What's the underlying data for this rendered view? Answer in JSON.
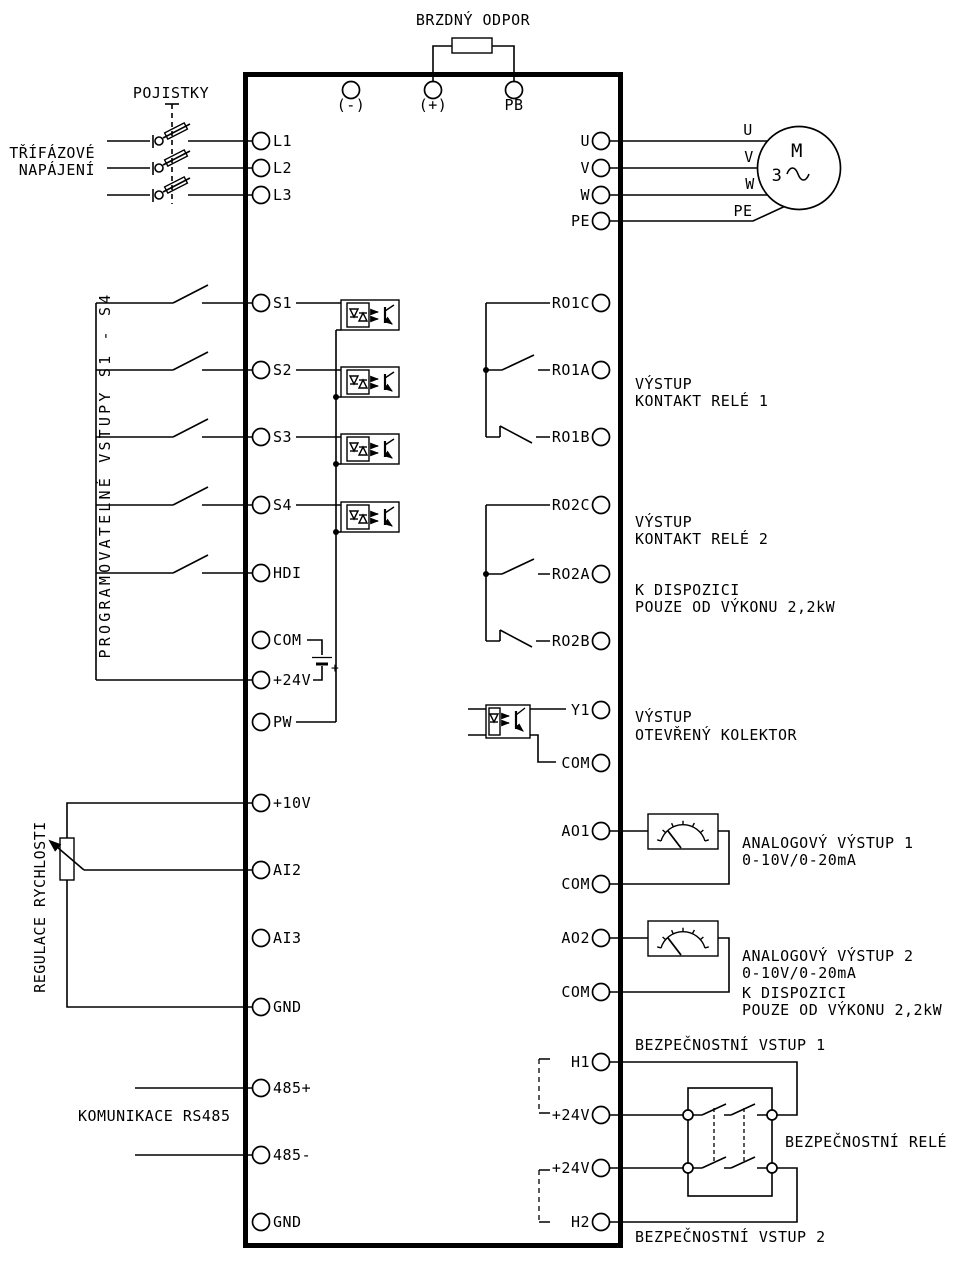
{
  "diagram": {
    "brake_resistor": "BRZDNÝ ODPOR",
    "terminals_top": {
      "minus": "(-)",
      "plus": "(+)",
      "pb": "PB"
    },
    "power_input": {
      "fuses": "POJISTKY",
      "supply1": "TŘÍFÁZOVÉ",
      "supply2": "NAPÁJENÍ",
      "l1": "L1",
      "l2": "L2",
      "l3": "L3"
    },
    "motor": {
      "m": "M",
      "phases": "3",
      "t_u": "U",
      "t_v": "V",
      "t_w": "W",
      "t_pe": "PE",
      "w_u": "U",
      "w_v": "V",
      "w_w": "W",
      "w_pe": "PE"
    },
    "digital_inputs": {
      "group": "PROGRAMOVATELNÉ VSTUPY S1 - S4",
      "s1": "S1",
      "s2": "S2",
      "s3": "S3",
      "s4": "S4",
      "hdi": "HDI",
      "com": "COM",
      "p24": "+24V",
      "pw": "PW",
      "bat_plus": "+"
    },
    "relay1": {
      "c": "RO1C",
      "a": "RO1A",
      "b": "RO1B",
      "l1": "VÝSTUP",
      "l2": "KONTAKT RELÉ 1"
    },
    "relay2": {
      "c": "RO2C",
      "a": "RO2A",
      "b": "RO2B",
      "l1": "VÝSTUP",
      "l2": "KONTAKT RELÉ 2",
      "n1": "K DISPOZICI",
      "n2": "POUZE OD VÝKONU 2,2kW"
    },
    "open_collector": {
      "y1": "Y1",
      "com": "COM",
      "l1": "VÝSTUP",
      "l2": "OTEVŘENÝ KOLEKTOR"
    },
    "speed_ref": {
      "group": "REGULACE RYCHLOSTI",
      "p10": "+10V",
      "ai2": "AI2",
      "ai3": "AI3",
      "gnd": "GND"
    },
    "analog_outputs": {
      "ao1": "AO1",
      "com1": "COM",
      "l1a": "ANALOGOVÝ VÝSTUP 1",
      "l1b": "0-10V/0-20mA",
      "ao2": "AO2",
      "com2": "COM",
      "l2a": "ANALOGOVÝ VÝSTUP 2",
      "l2b": "0-10V/0-20mA",
      "n1": "K DISPOZICI",
      "n2": "POUZE OD VÝKONU 2,2kW"
    },
    "rs485": {
      "label": "KOMUNIKACE RS485",
      "plus": "485+",
      "minus": "485-",
      "gnd": "GND"
    },
    "safety": {
      "h1": "H1",
      "p24a": "+24V",
      "p24b": "+24V",
      "h2": "H2",
      "in1": "BEZPEČNOSTNÍ VSTUP 1",
      "relay": "BEZPEČNOSTNÍ RELÉ",
      "in2": "BEZPEČNOSTNÍ VSTUP 2"
    },
    "colors": {
      "ink": "#000000",
      "paper": "#ffffff"
    }
  }
}
